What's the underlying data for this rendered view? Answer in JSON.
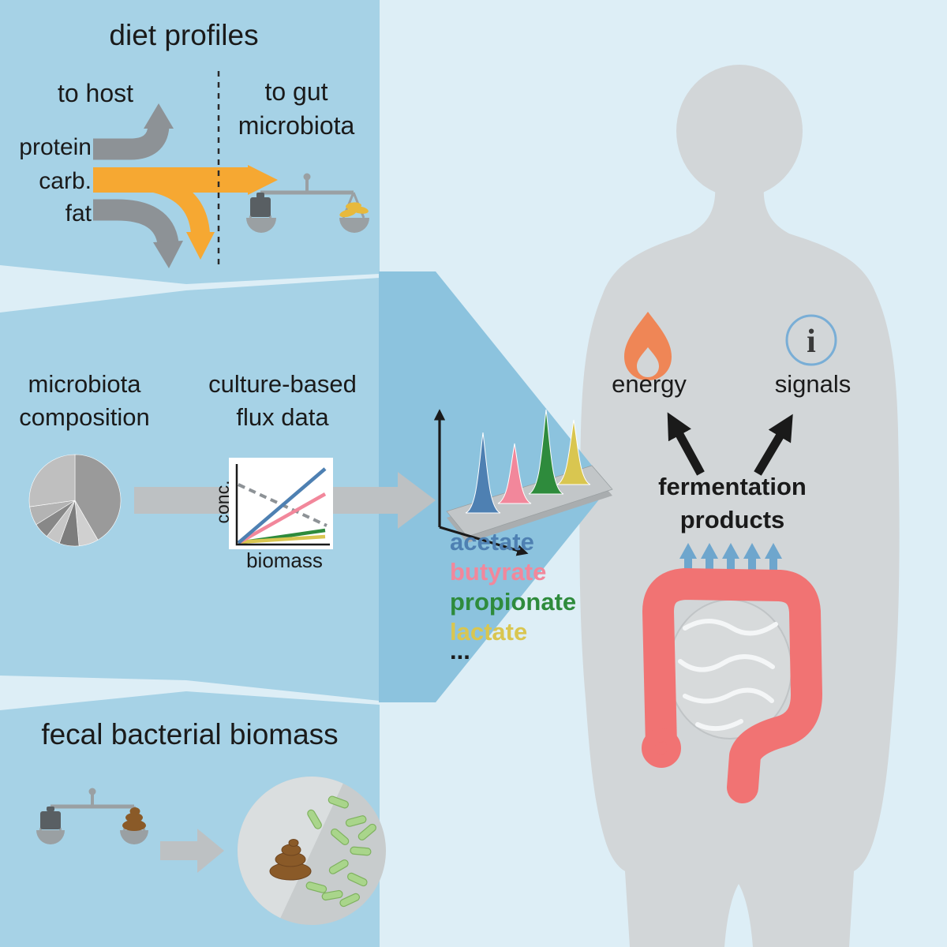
{
  "colors": {
    "background": "#ddeef6",
    "panel_blue": "#a6d2e6",
    "arrow_panel_blue": "#8cc3de",
    "orange_flow": "#f6a832",
    "gray_flow": "#8d9296",
    "big_arrow_gray": "#bdc1c3",
    "silhouette_gray": "#d2d6d8",
    "flame_orange": "#ef8656",
    "info_blue": "#79aed6",
    "colon_pink": "#f17373",
    "acetate_blue": "#4e80b2",
    "butyrate_pink": "#f2879b",
    "propionate_green": "#2e8b3c",
    "lactate_yellow": "#d9c650",
    "bacteria_green": "#a9d58b",
    "poop_brown": "#8a5a28"
  },
  "diet": {
    "title": "diet profiles",
    "to_host": "to host",
    "to_gut_1": "to gut",
    "to_gut_2": "microbiota",
    "protein": "protein",
    "carb": "carb.",
    "fat": "fat"
  },
  "flux": {
    "micro_1": "microbiota",
    "micro_2": "composition",
    "culture_1": "culture-based",
    "culture_2": "flux data",
    "ylabel": "conc.",
    "xlabel": "biomass"
  },
  "metabolites": {
    "acetate": "acetate",
    "butyrate": "butyrate",
    "propionate": "propionate",
    "lactate": "lactate",
    "more": "..."
  },
  "fecal": {
    "title": "fecal bacterial biomass"
  },
  "host": {
    "energy": "energy",
    "signals": "signals",
    "ferm_1": "fermentation",
    "ferm_2": "products",
    "info_char": "i"
  },
  "icons": [
    "balance-scale-icon",
    "weight-icon",
    "grain-icon",
    "pie-chart-icon",
    "line-chart-icon",
    "3d-flux-plot-icon",
    "flame-icon",
    "info-icon",
    "intestine-icon",
    "poop-icon",
    "bacteria-icon",
    "arrow-icons"
  ]
}
